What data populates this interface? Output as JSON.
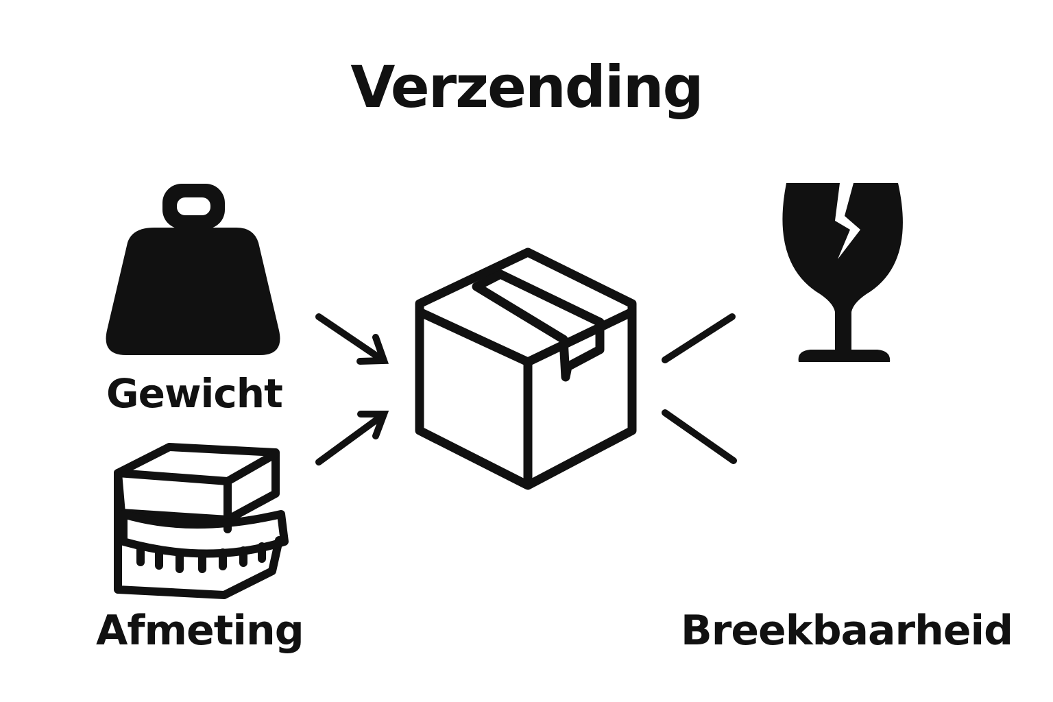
{
  "title": "Verzending",
  "labels": {
    "weight": "Gewicht",
    "dimensions": "Afmeting",
    "fragility": "Breekbaarheid"
  },
  "icons": [
    "weight-icon",
    "measuring-tape-box-icon",
    "package-box-icon",
    "broken-glass-icon"
  ],
  "colors": {
    "ink": "#111111",
    "background": "#ffffff"
  }
}
